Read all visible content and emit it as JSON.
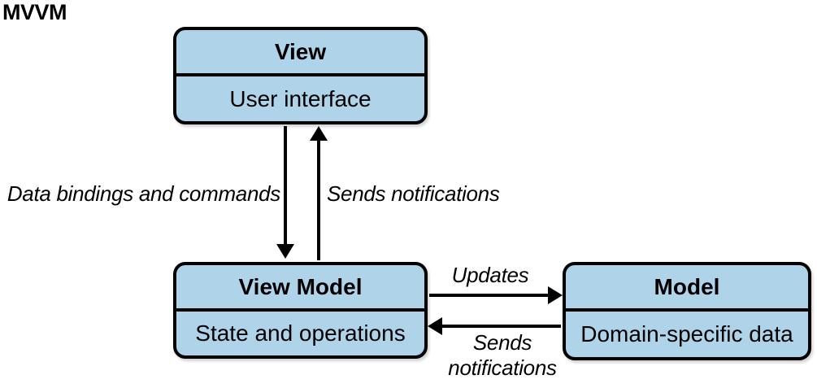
{
  "diagram": {
    "title": "MVVM",
    "type": "architecture-pattern-diagram",
    "colors": {
      "box_fill": "#AFD4EA",
      "box_border": "#000000",
      "arrow": "#000000",
      "background": "#FFFFFF"
    },
    "nodes": {
      "view": {
        "title": "View",
        "subtitle": "User interface"
      },
      "view_model": {
        "title": "View Model",
        "subtitle": "State and operations"
      },
      "model": {
        "title": "Model",
        "subtitle": "Domain-specific data"
      }
    },
    "edges": {
      "view_to_view_model": {
        "from": "View",
        "to": "View Model",
        "direction": "down",
        "label": "Data bindings and commands"
      },
      "view_model_to_view": {
        "from": "View Model",
        "to": "View",
        "direction": "up",
        "label": "Sends notifications"
      },
      "view_model_to_model": {
        "from": "View Model",
        "to": "Model",
        "direction": "right",
        "label": "Updates"
      },
      "model_to_view_model": {
        "from": "Model",
        "to": "View Model",
        "direction": "left",
        "label": "Sends notifications"
      }
    }
  }
}
